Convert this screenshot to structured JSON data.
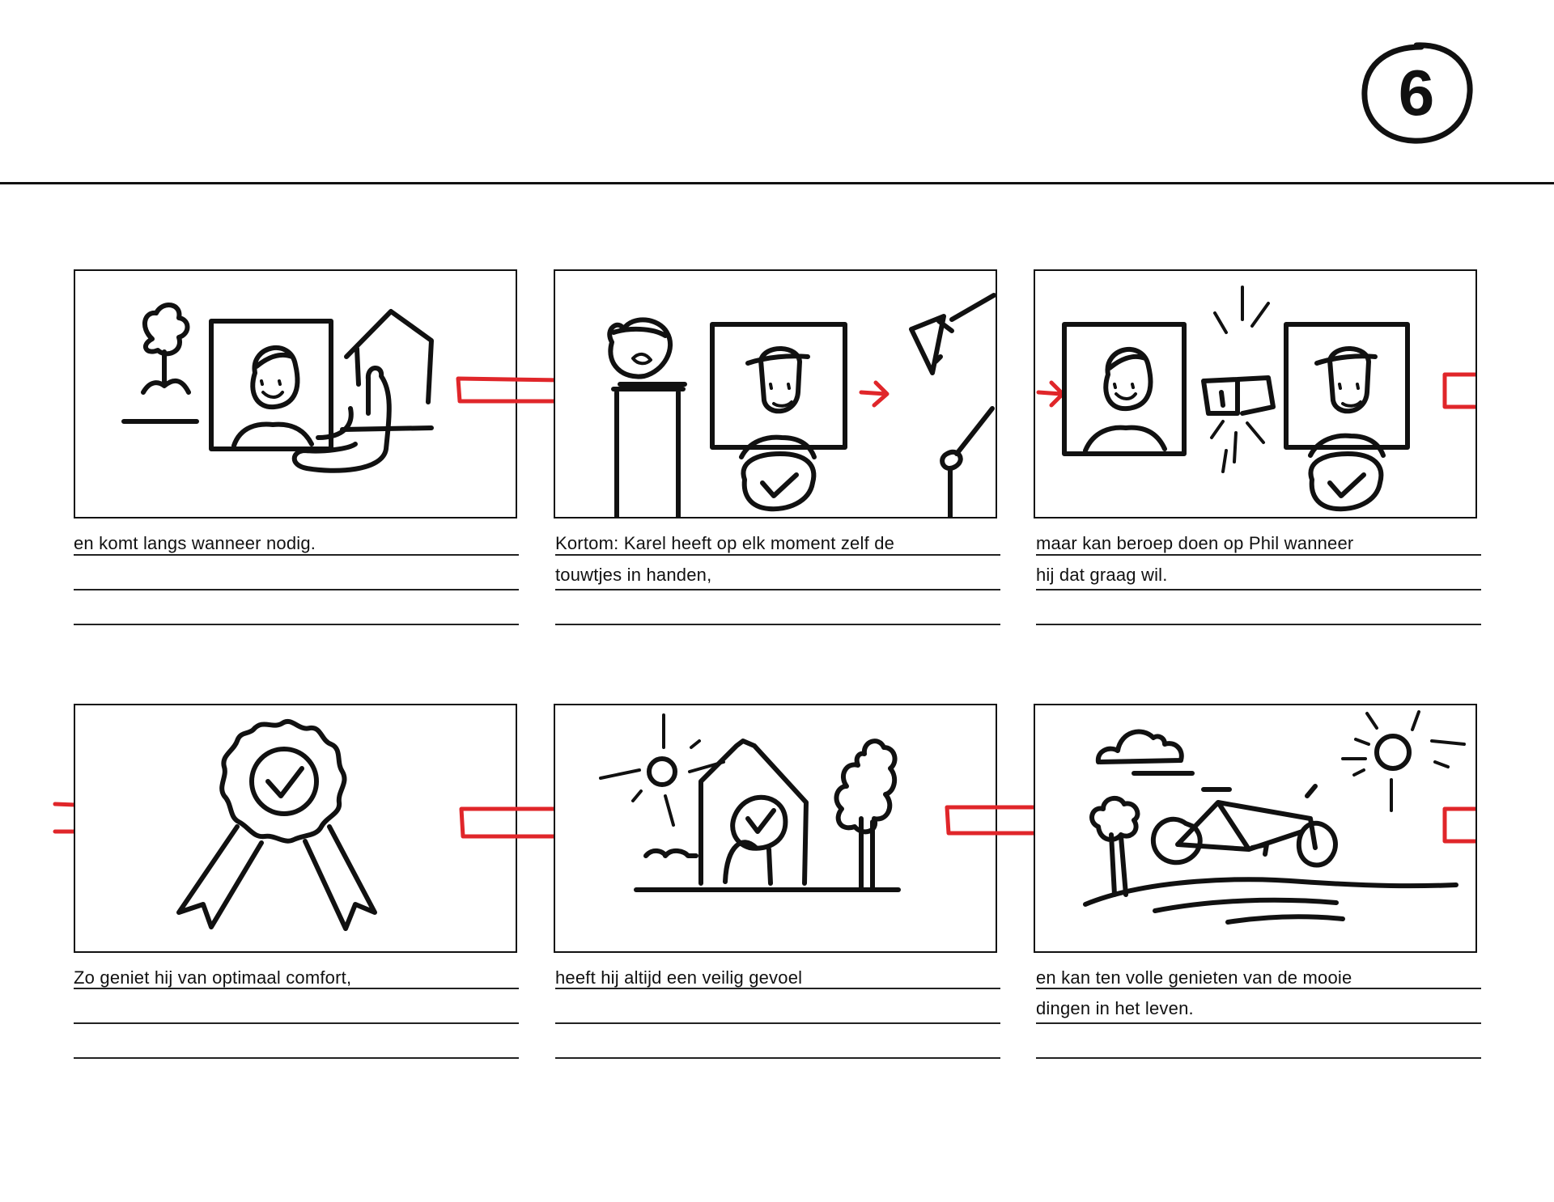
{
  "page": {
    "number": "6"
  },
  "panels": [
    {
      "id": 1,
      "caption": [
        "en komt langs wanneer nodig.",
        "",
        ""
      ]
    },
    {
      "id": 2,
      "caption": [
        "Kortom: Karel heeft op elk moment zelf de",
        "touwtjes in handen,",
        ""
      ]
    },
    {
      "id": 3,
      "caption": [
        "maar kan beroep doen op Phil wanneer",
        "hij dat graag wil.",
        ""
      ]
    },
    {
      "id": 4,
      "caption": [
        "Zo geniet hij van optimaal comfort,",
        "",
        ""
      ]
    },
    {
      "id": 5,
      "caption": [
        "heeft hij altijd een veilig gevoel",
        "",
        ""
      ]
    },
    {
      "id": 6,
      "caption": [
        "en kan ten volle genieten van de mooie",
        "dingen in het leven.",
        ""
      ]
    }
  ],
  "colors": {
    "ink": "#111111",
    "arrow": "#e0262a",
    "paper": "#ffffff"
  },
  "icons": [
    "arrow-right-icon",
    "checkmark-icon",
    "award-ribbon-icon",
    "house-icon",
    "tree-icon",
    "sun-icon",
    "cloud-icon",
    "bicycle-icon",
    "lamp-icon",
    "fist-bump-icon"
  ]
}
